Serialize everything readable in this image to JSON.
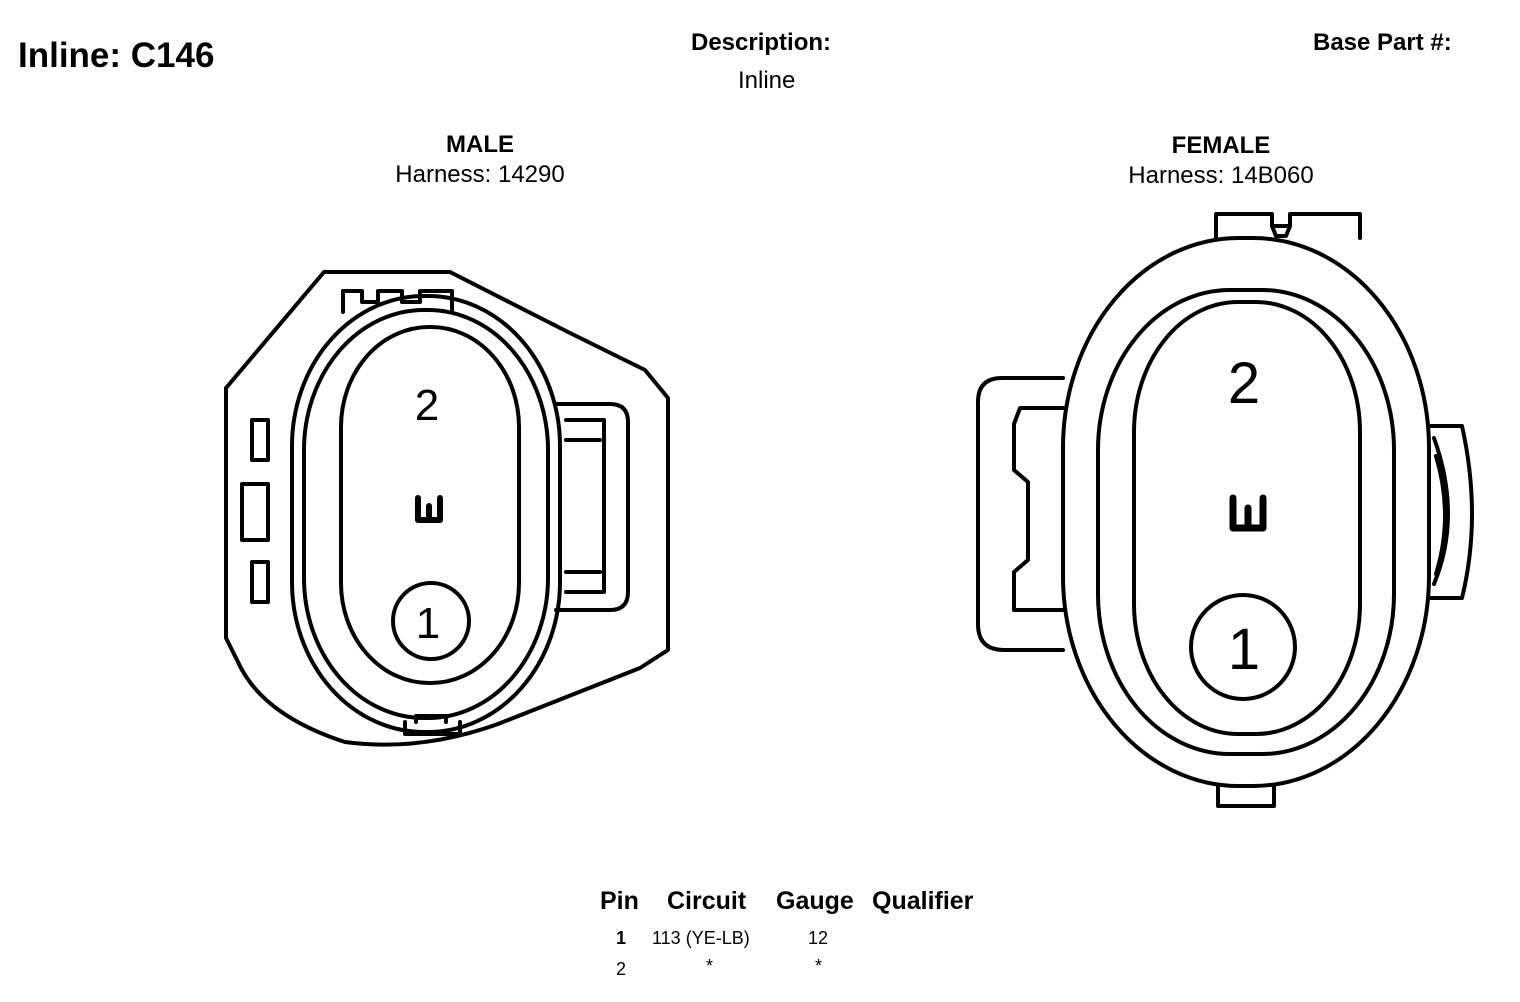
{
  "header": {
    "title": "Inline: C146",
    "description_label": "Description:",
    "description_value": "Inline",
    "base_part_label": "Base Part #:"
  },
  "male": {
    "title": "MALE",
    "harness": "Harness: 14290",
    "pins": [
      {
        "label": "2"
      },
      {
        "label": "W"
      },
      {
        "label": "1"
      }
    ]
  },
  "female": {
    "title": "FEMALE",
    "harness": "Harness: 14B060",
    "pins": [
      {
        "label": "2"
      },
      {
        "label": "W"
      },
      {
        "label": "1"
      }
    ]
  },
  "pin_table": {
    "headers": {
      "pin": "Pin",
      "circuit": "Circuit",
      "gauge": "Gauge",
      "qualifier": "Qualifier"
    },
    "rows": [
      {
        "pin": "1",
        "circuit": "113 (YE-LB)",
        "gauge": "12",
        "qualifier": ""
      },
      {
        "pin": "2",
        "circuit": "*",
        "gauge": "*",
        "qualifier": ""
      }
    ]
  }
}
